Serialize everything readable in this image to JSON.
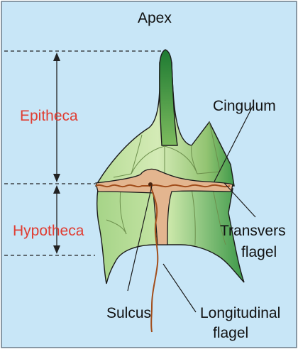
{
  "labels": {
    "apex": "Apex",
    "cingulum": "Cingulum",
    "epitheca": "Epitheca",
    "hypotheca": "Hypotheca",
    "transvers_line1": "Transvers",
    "transvers_line2": "flagel",
    "sulcus": "Sulcus",
    "longitudinal_line1": "Longitudinal",
    "longitudinal_line2": "flagel"
  },
  "colors": {
    "background": "#c8e6f7",
    "region_label": "#e03c31",
    "theca_fill": "#9cc97a",
    "theca_dark": "#2e8a3e",
    "theca_outline": "#1b1b1b",
    "girdle_fill": "#e3b58f",
    "flagellum": "#a24e1c"
  }
}
